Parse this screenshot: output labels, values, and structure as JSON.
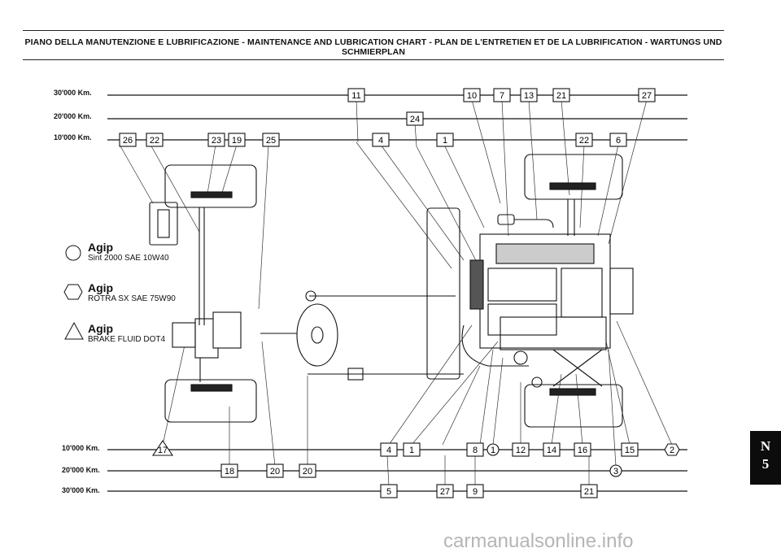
{
  "header": {
    "title": "PIANO DELLA MANUTENZIONE E LUBRIFICAZIONE - MAINTENANCE AND LUBRICATION CHART - PLAN DE L'ENTRETIEN ET DE LA LUBRIFICATION - WARTUNGS UND SCHMIERPLAN"
  },
  "top_rows": [
    {
      "label": "30'000 Km."
    },
    {
      "label": "20'000 Km."
    },
    {
      "label": "10'000 Km."
    }
  ],
  "bottom_rows": [
    {
      "label": "10'000 Km."
    },
    {
      "label": "20'000 Km."
    },
    {
      "label": "30'000 Km."
    }
  ],
  "points": {
    "top_30000": [
      "11",
      "10",
      "7",
      "13",
      "21",
      "27"
    ],
    "top_20000": [
      "24"
    ],
    "top_10000": [
      "26",
      "22",
      "23",
      "19",
      "25",
      "4",
      "1",
      "22",
      "6"
    ],
    "bottom_10000": [
      "17",
      "4",
      "1",
      "8",
      "1",
      "12",
      "14",
      "16",
      "15",
      "2"
    ],
    "bottom_20000": [
      "18",
      "20",
      "20",
      "3"
    ],
    "bottom_30000": [
      "5",
      "27",
      "9",
      "21"
    ]
  },
  "legend": [
    {
      "shape": "circle-icon",
      "brand": "Agip",
      "product": "Sint 2000 SAE 10W40"
    },
    {
      "shape": "hexagon-icon",
      "brand": "Agip",
      "product": "ROTRA SX SAE 75W90"
    },
    {
      "shape": "triangle-icon",
      "brand": "Agip",
      "product": "BRAKE FLUID DOT4"
    }
  ],
  "section_tab": {
    "letter": "N",
    "number": "5"
  },
  "watermark": "carmanualsonline.info"
}
